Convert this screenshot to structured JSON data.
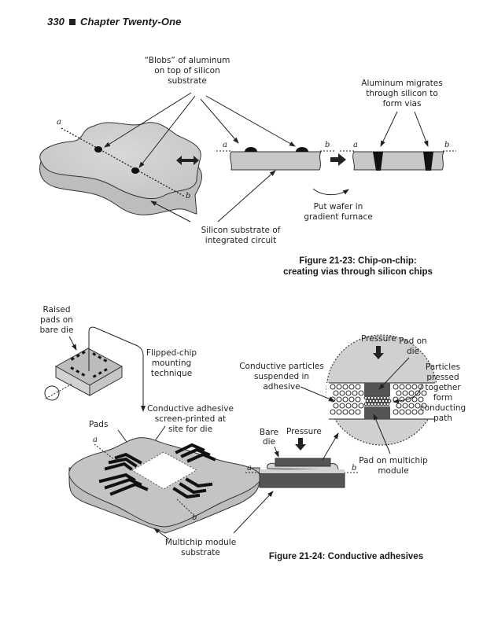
{
  "header": {
    "page_number": "330",
    "chapter": "Chapter Twenty-One"
  },
  "figure_23": {
    "caption_line1": "Figure 21-23: Chip-on-chip:",
    "caption_line2": "creating vias through silicon chips",
    "labels": {
      "blobs": [
        "“Blobs” of aluminum",
        "on top of silicon",
        "substrate"
      ],
      "migrates": [
        "Aluminum migrates",
        "through silicon to",
        "form vias"
      ],
      "substrate": [
        "Silicon substrate of",
        "integrated circuit"
      ],
      "furnace": [
        "Put wafer in",
        "gradient furnace"
      ],
      "a": "a",
      "b": "b"
    }
  },
  "figure_24": {
    "caption": "Figure 21-24: Conductive adhesives",
    "labels": {
      "raised_pads": [
        "Raised",
        "pads on",
        "bare die"
      ],
      "flipped_chip": [
        "Flipped-chip",
        "mounting",
        "technique"
      ],
      "conductive_adhesive": [
        "Conductive adhesive",
        "screen-printed at",
        "site for die"
      ],
      "pads": "Pads",
      "particles_suspended": [
        "Conductive particles",
        "suspended in",
        "adhesive"
      ],
      "pressure": "Pressure",
      "pad_on_die": [
        "Pad on",
        "die"
      ],
      "particles_pressed": [
        "Particles",
        "pressed",
        "together",
        "form",
        "conducting",
        "path"
      ],
      "bare_die": [
        "Bare",
        "die"
      ],
      "pad_on_module": [
        "Pad on multichip",
        "module"
      ],
      "multichip_substrate": [
        "Multichip module",
        "substrate"
      ],
      "a": "a",
      "b": "b"
    }
  }
}
